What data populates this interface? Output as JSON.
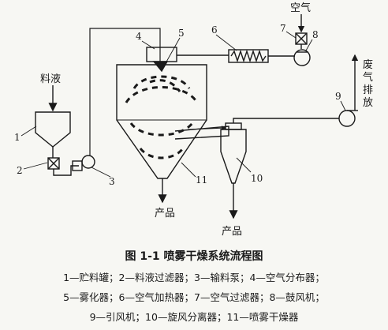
{
  "labels": {
    "feed": "料液",
    "air": "空气",
    "exhaust": "废气排放",
    "product_left": "产品",
    "product_right": "产品"
  },
  "numbers": [
    "1",
    "2",
    "3",
    "4",
    "5",
    "6",
    "7",
    "8",
    "9",
    "10",
    "11"
  ],
  "caption": {
    "title": "图 1-1   喷雾干燥系统流程图",
    "legend_line1": "1—贮料罐；2—料液过滤器；3—输料泵；4—空气分布器；",
    "legend_line2": "5—雾化器；6—空气加热器；7—空气过滤器；8—鼓风机；",
    "legend_line3": "9—引风机；10—旋风分离器；11—喷雾干燥器"
  }
}
